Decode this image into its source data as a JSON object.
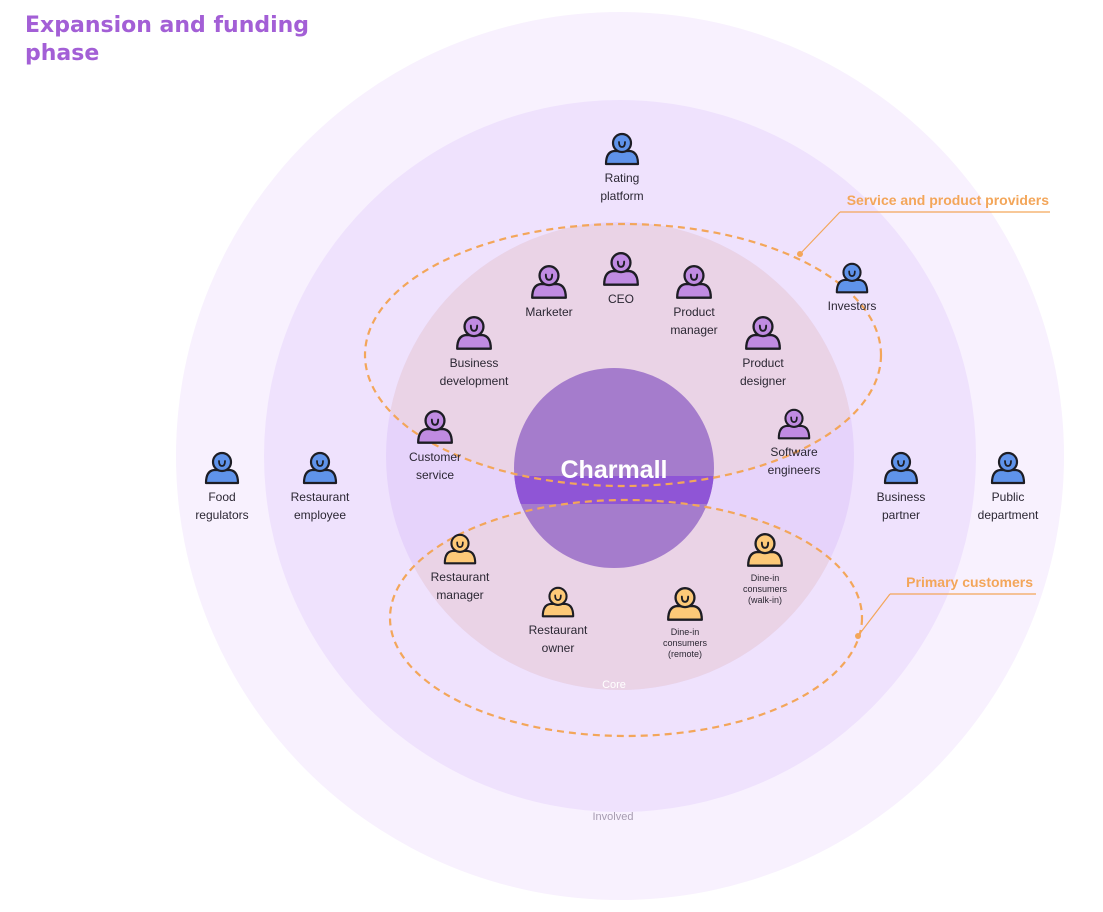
{
  "title": "Expansion and funding phase",
  "center_label": "Charmall",
  "rings": {
    "core": "Core",
    "involved": "Involved"
  },
  "groups": {
    "service": "Service and product providers",
    "customers": "Primary customers"
  },
  "colors": {
    "title": "#a35fd6",
    "outer_ring": "#f8f1fe",
    "middle_ring": "#efe2fd",
    "inner_ring": "#e6d3fb",
    "core_ring": "#e8d3ec",
    "center": "#a57ccc",
    "group": "#f3a65a",
    "stakeholder_blue": "#5f93ea",
    "stakeholder_purple": "#c08be2",
    "stakeholder_orange": "#fdc978"
  },
  "stakeholders": [
    {
      "id": "rating-platform",
      "lines": [
        "Rating",
        "platform"
      ],
      "color": "blue"
    },
    {
      "id": "ceo",
      "lines": [
        "CEO"
      ],
      "color": "purple"
    },
    {
      "id": "marketer",
      "lines": [
        "Marketer"
      ],
      "color": "purple"
    },
    {
      "id": "product-manager",
      "lines": [
        "Product",
        "manager"
      ],
      "color": "purple"
    },
    {
      "id": "investors",
      "lines": [
        "Investors"
      ],
      "color": "blue"
    },
    {
      "id": "business-development",
      "lines": [
        "Business",
        "development"
      ],
      "color": "purple"
    },
    {
      "id": "product-designer",
      "lines": [
        "Product",
        "designer"
      ],
      "color": "purple"
    },
    {
      "id": "customer-service",
      "lines": [
        "Customer",
        "service"
      ],
      "color": "purple"
    },
    {
      "id": "software-engineers",
      "lines": [
        "Software",
        "engineers"
      ],
      "color": "purple"
    },
    {
      "id": "food-regulators",
      "lines": [
        "Food",
        "regulators"
      ],
      "color": "blue"
    },
    {
      "id": "restaurant-employee",
      "lines": [
        "Restaurant",
        "employee"
      ],
      "color": "blue"
    },
    {
      "id": "business-partner",
      "lines": [
        "Business",
        "partner"
      ],
      "color": "blue"
    },
    {
      "id": "public-department",
      "lines": [
        "Public",
        "department"
      ],
      "color": "blue"
    },
    {
      "id": "restaurant-manager",
      "lines": [
        "Restaurant",
        "manager"
      ],
      "color": "orange"
    },
    {
      "id": "dine-in-walk-in",
      "lines": [
        "Dine-in",
        "consumers",
        "(walk-in)"
      ],
      "color": "orange"
    },
    {
      "id": "restaurant-owner",
      "lines": [
        "Restaurant",
        "owner"
      ],
      "color": "orange"
    },
    {
      "id": "dine-in-remote",
      "lines": [
        "Dine-in",
        "consumers",
        "(remote)"
      ],
      "color": "orange"
    }
  ]
}
